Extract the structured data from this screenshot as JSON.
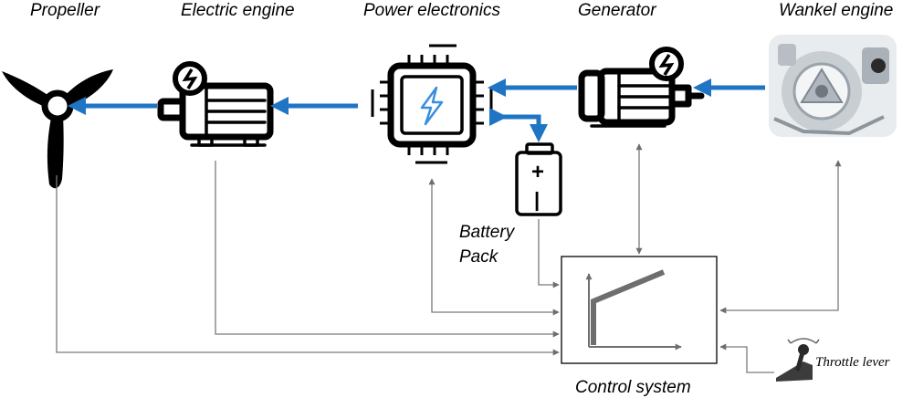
{
  "labels": {
    "propeller": "Propeller",
    "electric_engine": "Electric engine",
    "power_electronics": "Power electronics",
    "generator": "Generator",
    "wankel_engine": "Wankel engine",
    "battery_line1": "Battery",
    "battery_line2": "Pack",
    "control_system": "Control system",
    "throttle_lever": "Throttle lever"
  },
  "battery_symbols": {
    "plus": "+",
    "minus": "|"
  },
  "colors": {
    "power_flow": "#1f74c4",
    "signal_lines": "#7a7a7a",
    "icons": "#000000",
    "bolt": "#3a8ee0"
  },
  "icons": [
    "propeller-icon",
    "electric-motor-icon",
    "chip-icon",
    "lightning-icon",
    "generator-icon",
    "battery-icon",
    "wankel-engine-photo",
    "throttle-lever-icon",
    "control-characteristic-graph"
  ]
}
